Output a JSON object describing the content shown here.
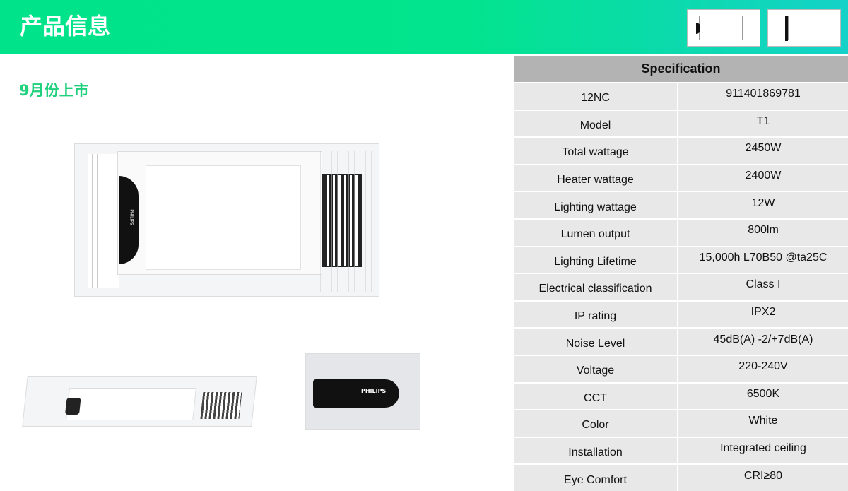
{
  "header": {
    "title": "产品信息"
  },
  "subtitle": "9月份上市",
  "product": {
    "brand": "PHILIPS"
  },
  "spec": {
    "title": "Specification",
    "rows": [
      {
        "k": "12NC",
        "v": "911401869781"
      },
      {
        "k": "Model",
        "v": "T1"
      },
      {
        "k": "Total wattage",
        "v": "2450W"
      },
      {
        "k": "Heater wattage",
        "v": "2400W"
      },
      {
        "k": "Lighting wattage",
        "v": "12W"
      },
      {
        "k": "Lumen output",
        "v": "800lm"
      },
      {
        "k": "Lighting Lifetime",
        "v": "15,000h L70B50 @ta25C"
      },
      {
        "k": "Electrical classification",
        "v": "Class I"
      },
      {
        "k": "IP rating",
        "v": "IPX2"
      },
      {
        "k": "Noise Level",
        "v": "45dB(A) -2/+7dB(A)"
      },
      {
        "k": "Voltage",
        "v": "220-240V"
      },
      {
        "k": "CCT",
        "v": "6500K"
      },
      {
        "k": "Color",
        "v": "White"
      },
      {
        "k": "Installation",
        "v": "Integrated ceiling"
      },
      {
        "k": "Eye Comfort",
        "v": "CRI≥80"
      }
    ]
  }
}
